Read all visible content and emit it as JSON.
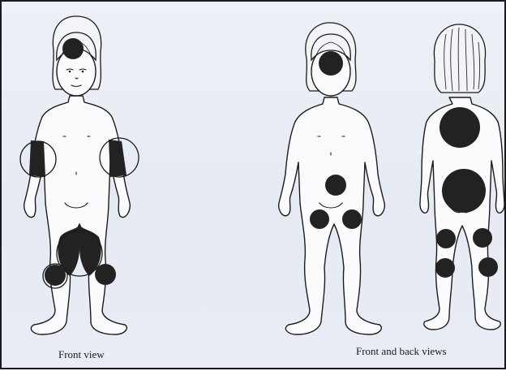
{
  "captions": {
    "front_view": "Front view",
    "front_and_back_views": "Front and back views"
  },
  "colors": {
    "background": "#e8ebf3",
    "outline": "#1b1b1b",
    "marked_area": "#222222"
  },
  "figures": [
    {
      "view": "front",
      "marked_areas": [
        "top of head",
        "left upper arm",
        "right upper arm",
        "groin / inner thighs",
        "left knee",
        "right knee"
      ]
    },
    {
      "view": "front",
      "marked_areas": [
        "face / mouth",
        "genital area",
        "left thigh",
        "right thigh"
      ]
    },
    {
      "view": "back",
      "marked_areas": [
        "upper back",
        "buttocks",
        "back of left thigh",
        "back of right thigh",
        "back of left calf",
        "back of right calf"
      ]
    }
  ]
}
